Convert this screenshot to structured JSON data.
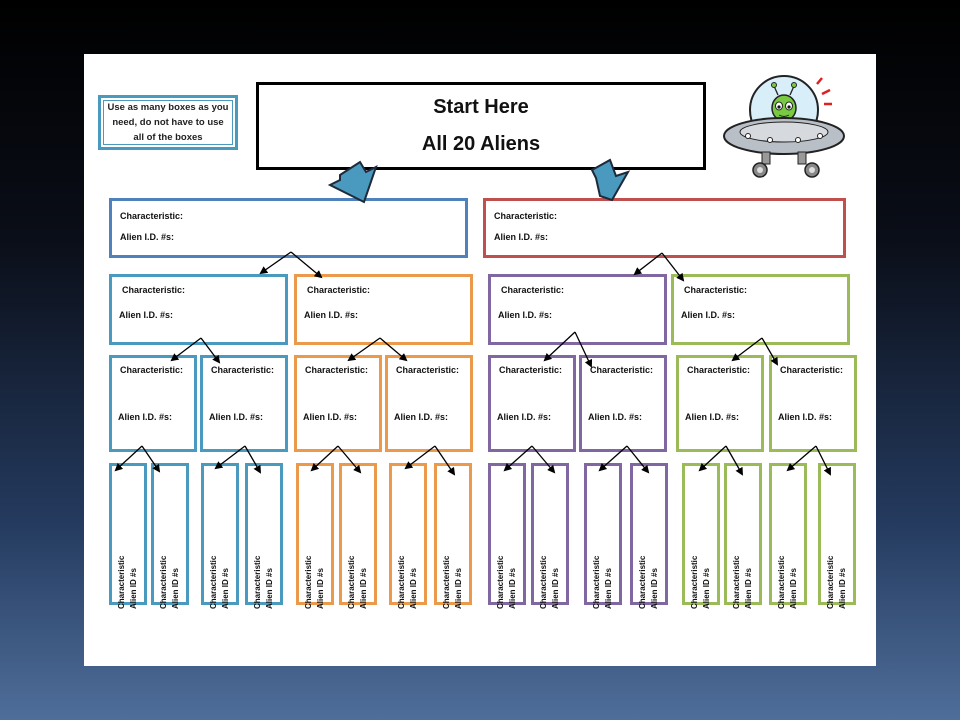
{
  "note": {
    "line1": "Use as many boxes as you",
    "line2": "need, do not have to use",
    "line3": "all of the boxes"
  },
  "start": {
    "title": "Start Here",
    "subtitle": "All 20 Aliens"
  },
  "labels": {
    "characteristic": "Characteristic:",
    "alien_id": "Alien I.D.  #s:",
    "vertical_char": "Characteristic",
    "vertical_id": "Alien ID #s"
  },
  "colors": {
    "level1_left": "#4f81bd",
    "level1_right": "#c0504d",
    "teal": "#4a99bf",
    "orange": "#eb9a4b",
    "purple": "#8067a2",
    "green": "#9bbb59"
  },
  "icons": {
    "ufo": "alien-ufo-icon",
    "arrow": "down-arrow-icon"
  }
}
